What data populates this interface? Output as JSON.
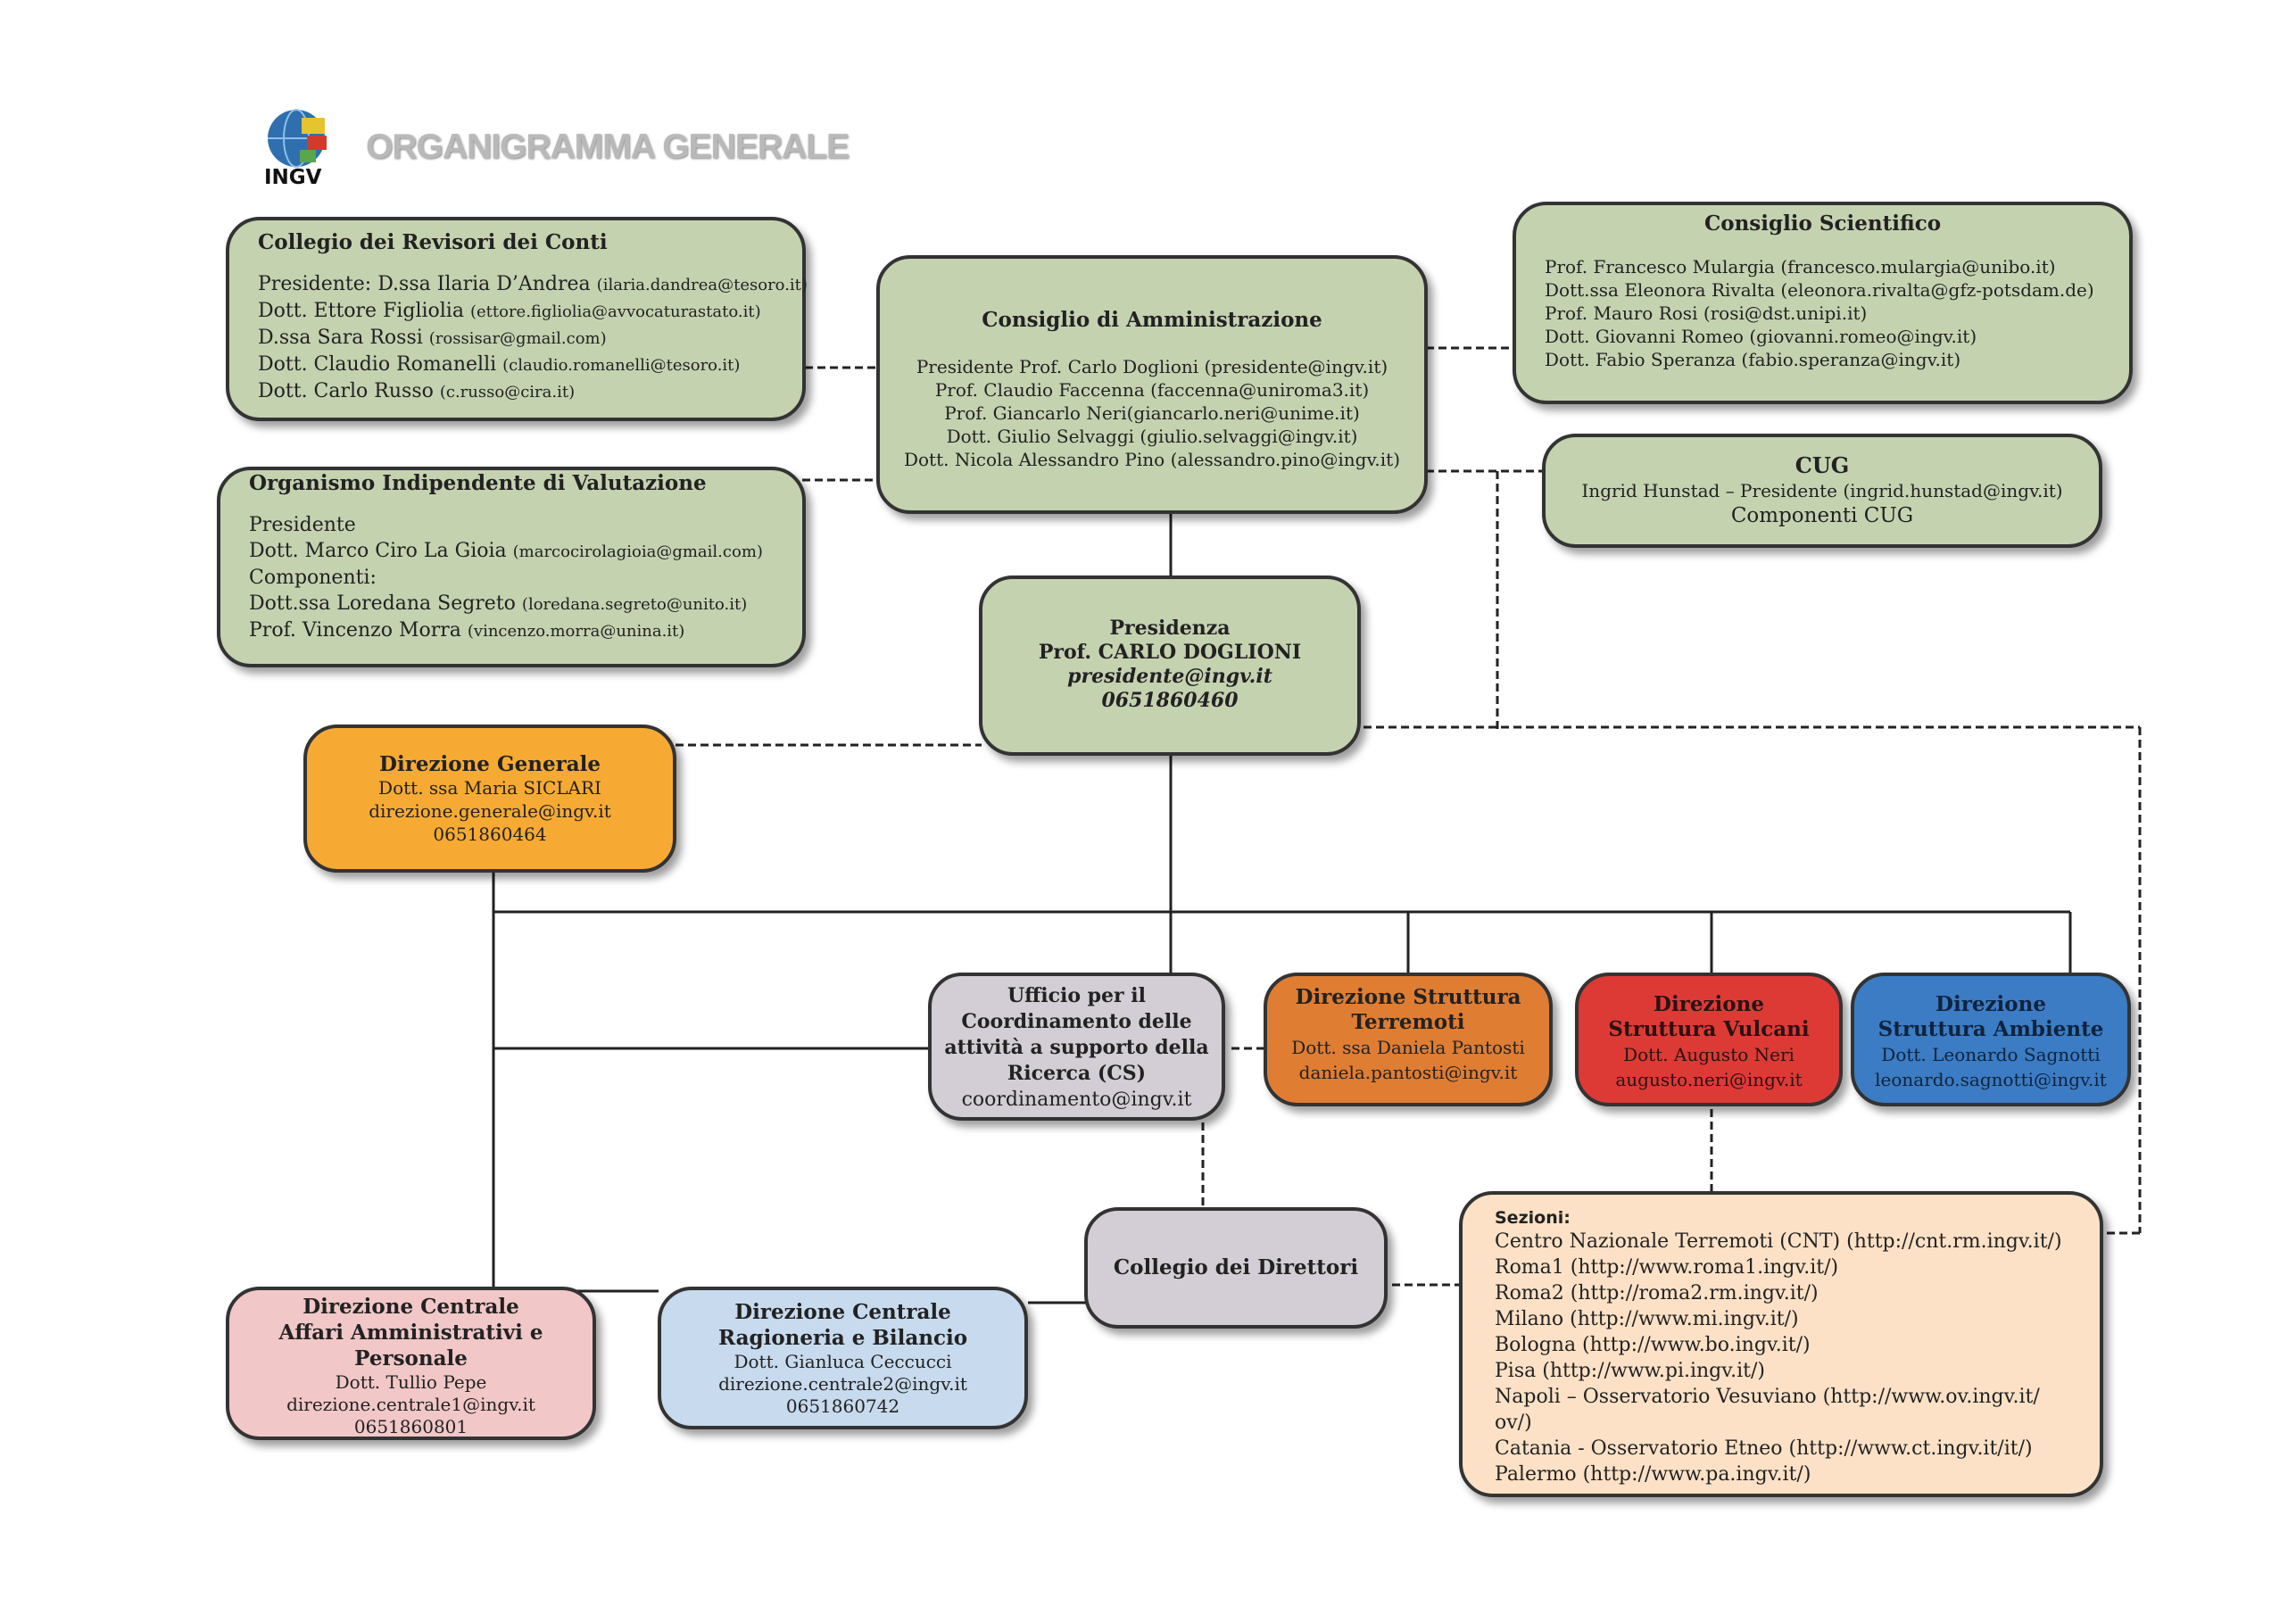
{
  "header": {
    "logo_text": "INGV",
    "title": "ORGANIGRAMMA GENERALE"
  },
  "revisori": {
    "title": "Collegio dei Revisori dei Conti",
    "rows": [
      {
        "name": "Presidente: D.ssa Ilaria D’Andrea",
        "email": "(ilaria.dandrea@tesoro.it)"
      },
      {
        "name": "Dott. Ettore Figliolia",
        "email": "(ettore.figliolia@avvocaturastato.it)"
      },
      {
        "name": "D.ssa Sara Rossi",
        "email": "(rossisar@gmail.com)"
      },
      {
        "name": "Dott. Claudio Romanelli",
        "email": "(claudio.romanelli@tesoro.it)"
      },
      {
        "name": "Dott. Carlo Russo",
        "email": "(c.russo@cira.it)"
      }
    ]
  },
  "oiv": {
    "title": "Organismo Indipendente di Valutazione",
    "line1": "Presidente",
    "row2": {
      "name": "Dott. Marco Ciro La Gioia",
      "email": "(marcocirolagioia@gmail.com)"
    },
    "line3": "Componenti:",
    "row4": {
      "name": "Dott.ssa Loredana Segreto",
      "email": "(loredana.segreto@unito.it)"
    },
    "row5": {
      "name": "Prof. Vincenzo Morra",
      "email": "(vincenzo.morra@unina.it)"
    }
  },
  "cda": {
    "title": "Consiglio di Amministrazione",
    "lines": [
      "Presidente Prof. Carlo Doglioni (presidente@ingv.it)",
      "Prof. Claudio Faccenna (faccenna@uniroma3.it)",
      "Prof. Giancarlo Neri(giancarlo.neri@unime.it)",
      "Dott. Giulio Selvaggi (giulio.selvaggi@ingv.it)",
      "Dott. Nicola Alessandro Pino (alessandro.pino@ingv.it)"
    ]
  },
  "scientifico": {
    "title": "Consiglio Scientifico",
    "lines": [
      "Prof. Francesco Mulargia (francesco.mulargia@unibo.it)",
      "Dott.ssa Eleonora Rivalta (eleonora.rivalta@gfz-potsdam.de)",
      "Prof. Mauro Rosi (rosi@dst.unipi.it)",
      "Dott. Giovanni Romeo (giovanni.romeo@ingv.it)",
      "Dott. Fabio Speranza (fabio.speranza@ingv.it)"
    ]
  },
  "cug": {
    "title": "CUG",
    "line1": "Ingrid Hunstad – Presidente (ingrid.hunstad@ingv.it)",
    "line2": "Componenti CUG"
  },
  "presidenza": {
    "title": "Presidenza",
    "name": "Prof. CARLO DOGLIONI",
    "email": "presidente@ingv.it",
    "phone": "0651860460"
  },
  "dir_generale": {
    "title": "Direzione Generale",
    "name": "Dott. ssa Maria SICLARI",
    "email": "direzione.generale@ingv.it",
    "phone": "0651860464"
  },
  "ufficio_cs": {
    "lines": [
      "Ufficio per il",
      "Coordinamento delle",
      "attività a supporto della",
      "Ricerca (CS)"
    ],
    "email": "coordinamento@ingv.it"
  },
  "terremoti": {
    "lines": [
      "Direzione Struttura",
      "Terremoti"
    ],
    "name": "Dott. ssa Daniela Pantosti",
    "email": "daniela.pantosti@ingv.it"
  },
  "vulcani": {
    "lines": [
      "Direzione",
      "Struttura Vulcani"
    ],
    "name": "Dott. Augusto Neri",
    "email": "augusto.neri@ingv.it"
  },
  "ambiente": {
    "lines": [
      "Direzione",
      "Struttura Ambiente"
    ],
    "name": "Dott. Leonardo Sagnotti",
    "email": "leonardo.sagnotti@ingv.it"
  },
  "collegio": {
    "title": "Collegio dei Direttori"
  },
  "dc1": {
    "lines": [
      "Direzione Centrale",
      "Affari Amministrativi e",
      "Personale"
    ],
    "name": "Dott. Tullio Pepe",
    "email": "direzione.centrale1@ingv.it",
    "phone": "0651860801"
  },
  "dc2": {
    "lines": [
      "Direzione Centrale",
      "Ragioneria e Bilancio"
    ],
    "name": "Dott. Gianluca Ceccucci",
    "email": "direzione.centrale2@ingv.it",
    "phone": "0651860742"
  },
  "sezioni": {
    "title": "Sezioni:",
    "lines": [
      "Centro Nazionale Terremoti (CNT) (http://cnt.rm.ingv.it/)",
      "Roma1 (http://www.roma1.ingv.it/)",
      "Roma2 (http://roma2.rm.ingv.it/)",
      "Milano (http://www.mi.ingv.it/)",
      "Bologna (http://www.bo.ingv.it/)",
      "Pisa (http://www.pi.ingv.it/)",
      "Napoli – Osservatorio Vesuviano (http://www.ov.ingv.it/",
      "ov/)",
      "Catania - Osservatorio Etneo (http://www.ct.ingv.it/it/)",
      "Palermo (http://www.pa.ingv.it/)"
    ]
  }
}
